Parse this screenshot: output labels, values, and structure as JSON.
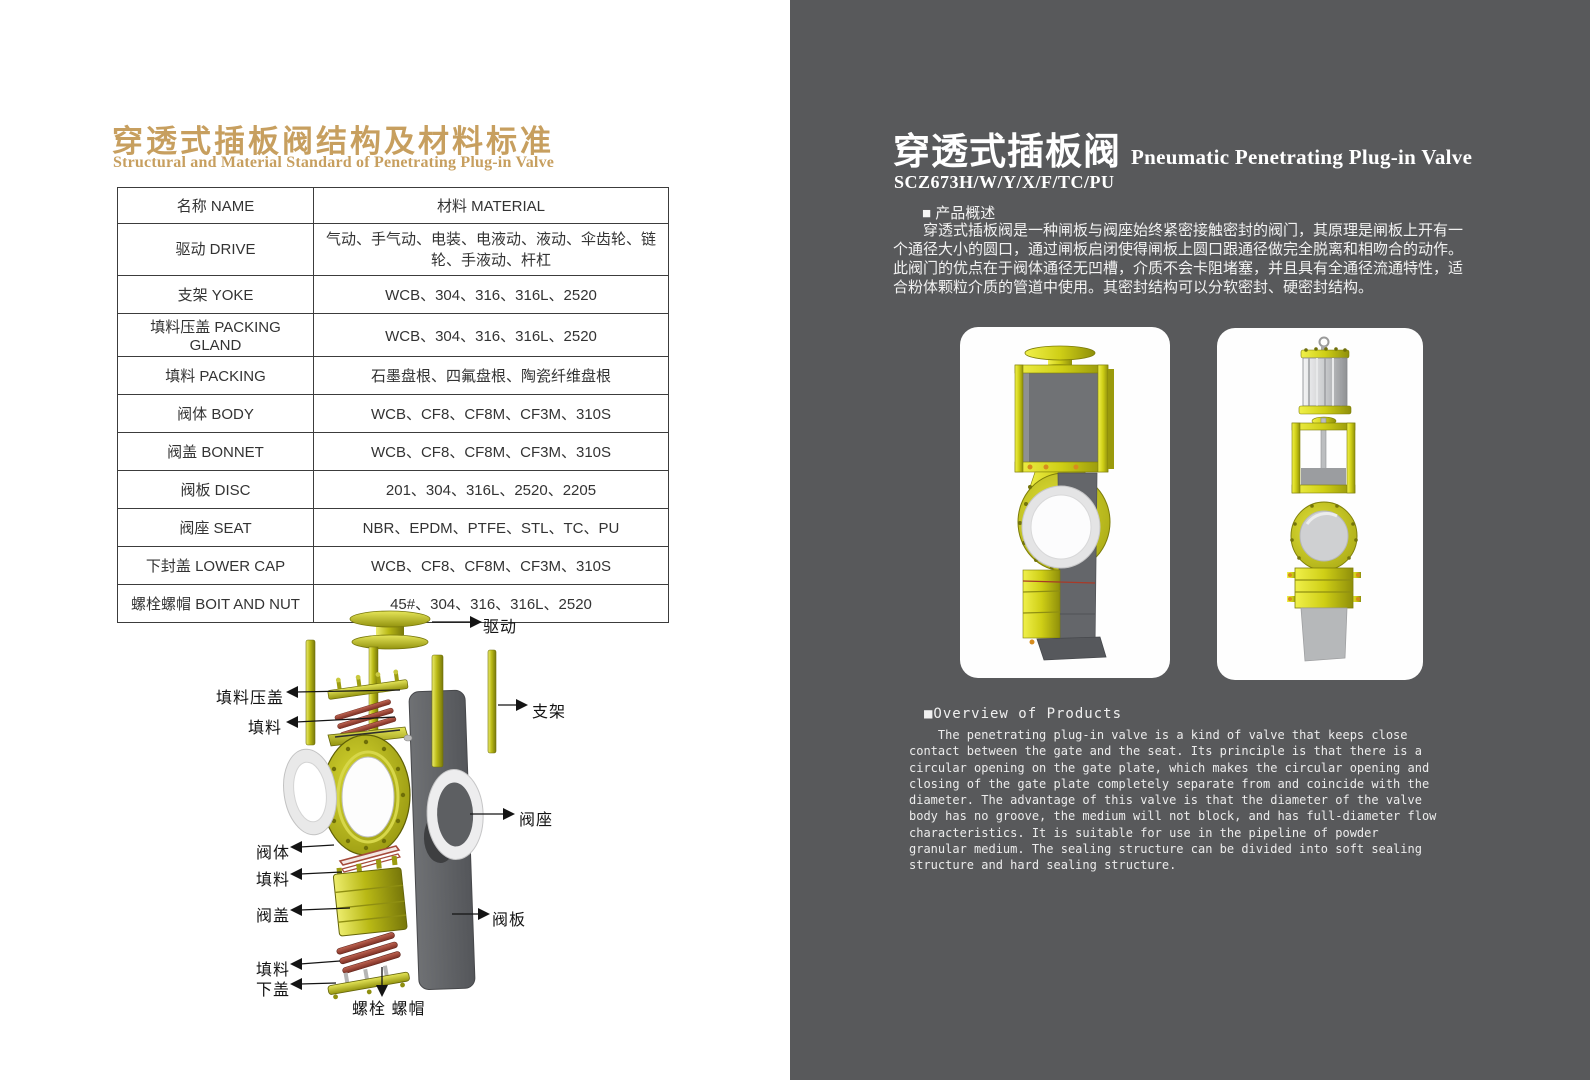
{
  "colors": {
    "accent_gold": "#c79f5f",
    "page_dark_gray": "#58595b",
    "valve_yellow": "#c6c615",
    "packing_red": "#9c4538",
    "table_border": "#3c3c3c"
  },
  "left_page": {
    "title_cn": "穿透式插板阀结构及材料标准",
    "title_en": "Structural and Material Standard of Penetrating Plug-in Valve",
    "table": {
      "header_name": "名称 NAME",
      "header_material": "材料 MATERIAL",
      "rows": [
        {
          "name": "驱动  DRIVE",
          "material": "气动、手气动、电装、电液动、液动、伞齿轮、链轮、手液动、杆杠"
        },
        {
          "name": "支架  YOKE",
          "material": "WCB、304、316、316L、2520"
        },
        {
          "name": "填料压盖 PACKING GLAND",
          "material": "WCB、304、316、316L、2520"
        },
        {
          "name": "填料  PACKING",
          "material": "石墨盘根、四氟盘根、陶瓷纤维盘根"
        },
        {
          "name": "阀体  BODY",
          "material": "WCB、CF8、CF8M、CF3M、310S"
        },
        {
          "name": "阀盖  BONNET",
          "material": "WCB、CF8、CF8M、CF3M、310S"
        },
        {
          "name": "阀板  DISC",
          "material": "201、304、316L、2520、2205"
        },
        {
          "name": "阀座  SEAT",
          "material": "NBR、EPDM、PTFE、STL、TC、PU"
        },
        {
          "name": "下封盖 LOWER CAP",
          "material": "WCB、CF8、CF8M、CF3M、310S"
        },
        {
          "name": "螺栓螺帽 BOIT AND NUT",
          "material": "45#、304、316、316L、2520"
        }
      ]
    },
    "diagram": {
      "labels": [
        "驱动",
        "填料压盖",
        "填料",
        "支架",
        "阀座",
        "阀体",
        "填料",
        "阀盖",
        "填料",
        "下盖",
        "螺栓 螺帽",
        "阀板"
      ]
    }
  },
  "right_page": {
    "title_cn": "穿透式插板阀",
    "title_en": "Pneumatic Penetrating Plug-in Valve",
    "model": "SCZ673H/W/Y/X/F/TC/PU",
    "overview_cn_heading": "■ 产品概述",
    "overview_cn": "穿透式插板阀是一种闸板与阀座始终紧密接触密封的阀门，其原理是闸板上开有一个通径大小的圆口，通过闸板启闭使得闸板上圆口跟通径做完全脱离和相吻合的动作。此阀门的优点在于阀体通径无凹槽，介质不会卡阻堵塞，并且具有全通径流通特性，适合粉体颗粒介质的管道中使用。其密封结构可以分软密封、硬密封结构。",
    "overview_en_heading": "■Overview of Products",
    "overview_en": "    The penetrating plug-in valve is a kind of valve that keeps close\ncontact between the gate and the seat. Its principle is that there is a\ncircular opening on the gate plate, which makes the circular opening and\nclosing of the gate plate completely separate from and coincide with the\ndiameter. The advantage of this valve is that the diameter of the valve\nbody has no groove, the medium will not block, and has full-diameter flow\ncharacteristics. It is suitable for use in the pipeline of powder\ngranular medium. The sealing structure can be divided into soft sealing\nstructure and hard sealing structure."
  }
}
